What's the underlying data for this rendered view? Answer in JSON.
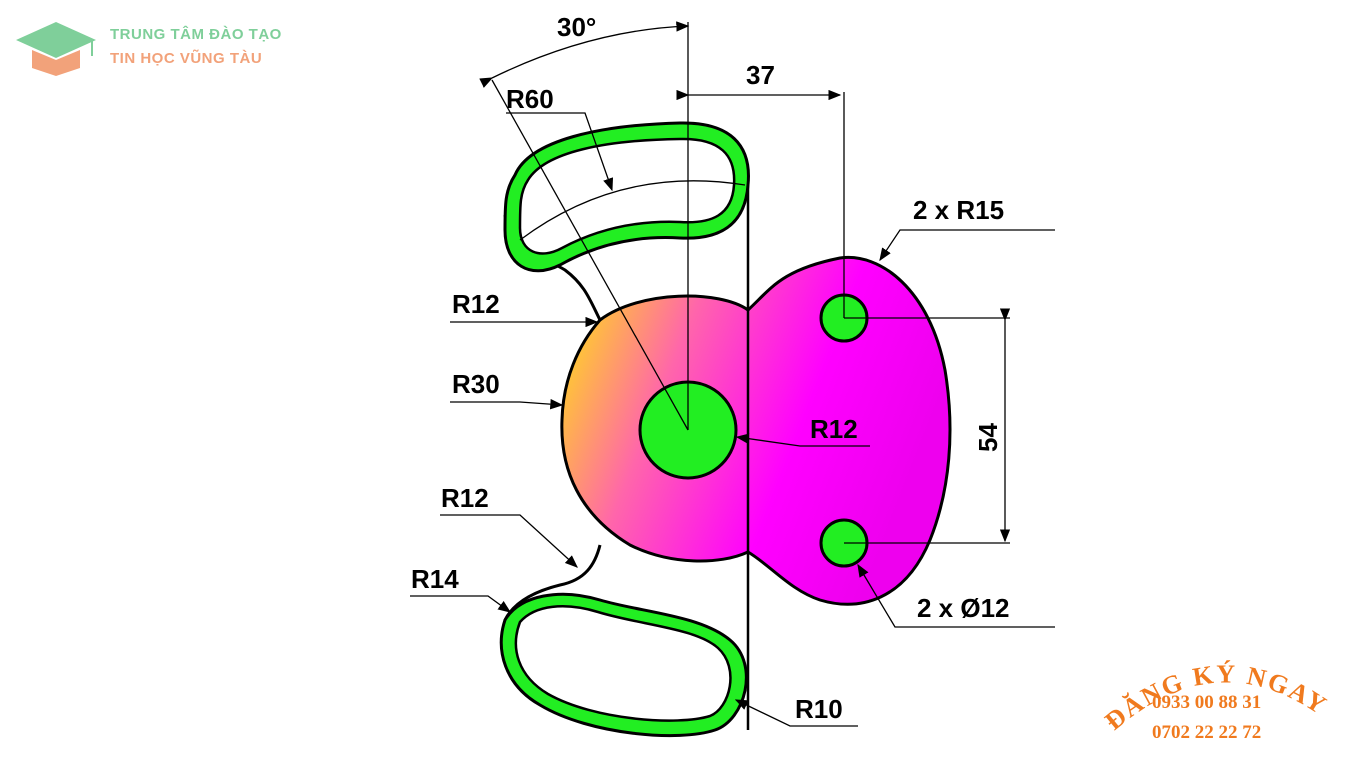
{
  "brand": {
    "line1": "TRUNG TÂM ĐÀO TẠO",
    "line2": "TIN HỌC VŨNG TÀU",
    "colors": {
      "green": "#7fcf9a",
      "orange": "#f2a27a"
    }
  },
  "drawing": {
    "angle_label": "30°",
    "dim_37": "37",
    "dim_54": "54",
    "r60": "R60",
    "r12_top": "R12",
    "r30": "R30",
    "r12_center": "R12",
    "r12_bottom": "R12",
    "r14": "R14",
    "r10": "R10",
    "r15": "2 x R15",
    "d12": "2 x Ø12",
    "colors": {
      "slot_fill": "#22ee22",
      "gradient_start": "#ffee00",
      "gradient_end": "#ff00ff",
      "outline": "#000000"
    }
  },
  "cta": {
    "title": "ĐĂNG KÝ NGAY",
    "phone1": "0933 00 88 31",
    "phone2": "0702 22 22 72",
    "color": "#f07a1e"
  }
}
